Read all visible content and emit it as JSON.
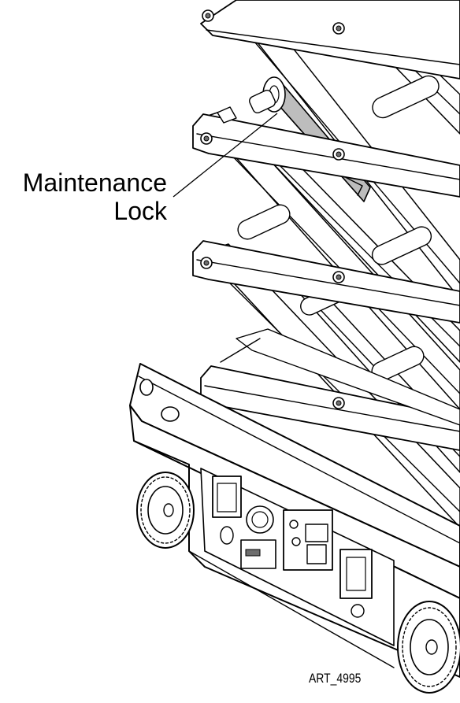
{
  "callout": {
    "line1": "Maintenance",
    "line2": "Lock"
  },
  "art_code": "ART_4995",
  "icons": [
    "scissor-lift-illustration",
    "maintenance-lock-pointer"
  ],
  "colors": {
    "ink": "#000000",
    "paper": "#ffffff",
    "shade": "#bdbdbd"
  }
}
